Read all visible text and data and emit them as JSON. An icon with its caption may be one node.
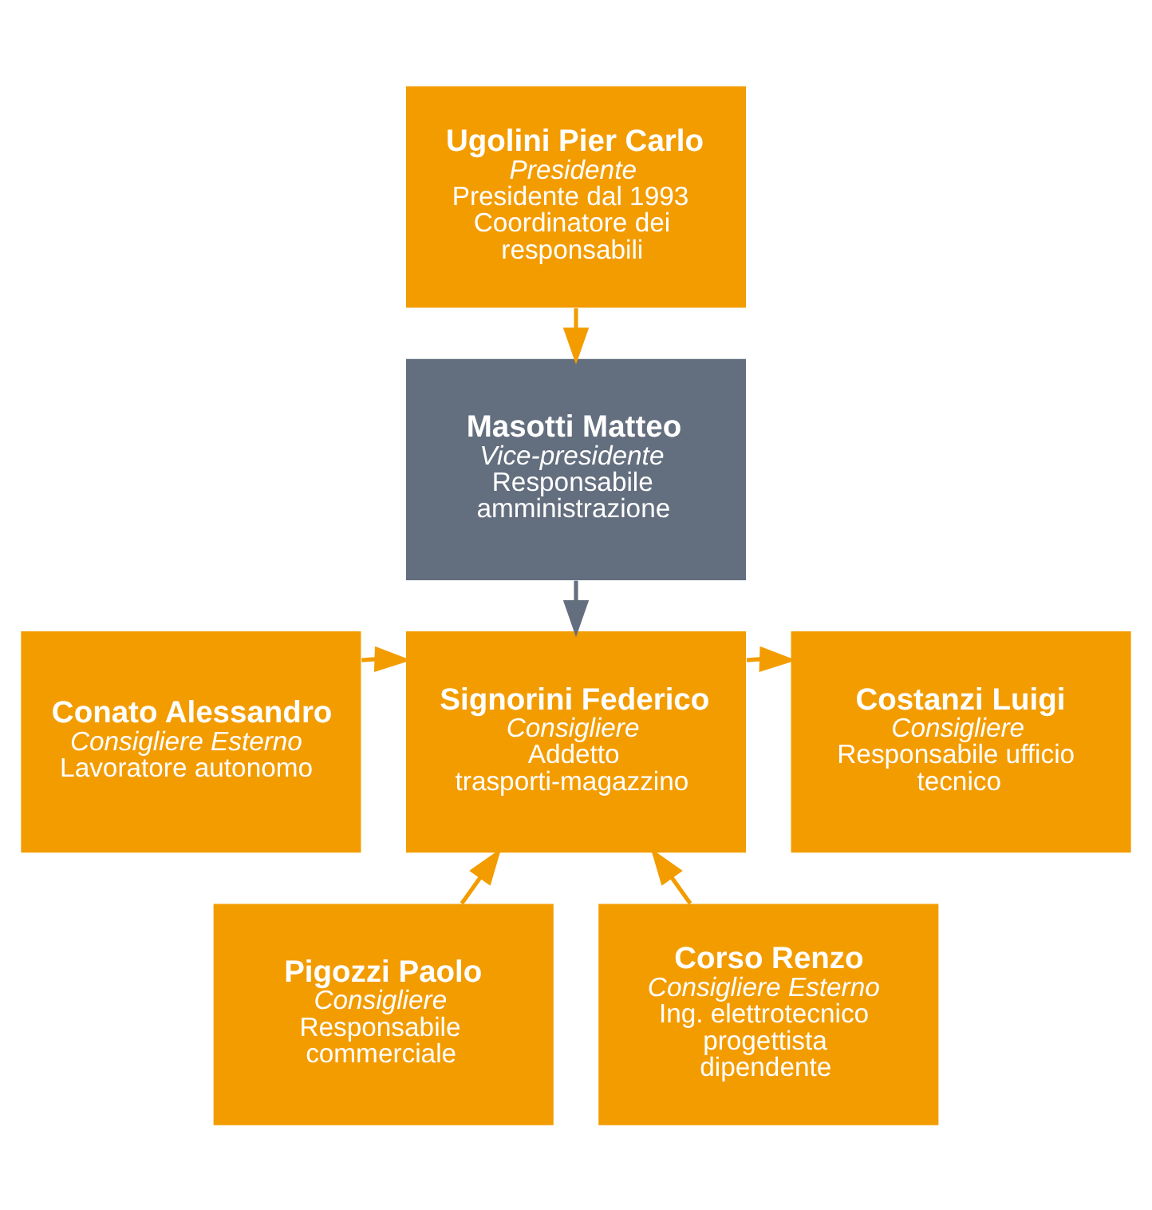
{
  "diagram": {
    "nodes": [
      {
        "text": [
          "Ugolini Pier Carlo",
          "Presidente",
          "Presidente dal 1993 Coordinatore dei responsabili"
        ]
      },
      {
        "text": [
          "Masotti Matteo",
          "Vice-presidente",
          "Responsabile amministrazione"
        ]
      },
      {
        "text": [
          "Conato Alessandro",
          "Consigliere Esterno",
          "Lavoratore autonomo"
        ]
      },
      {
        "text": [
          "Signorini Federico",
          "Consigliere",
          "Addetto trasporti-magazzino"
        ]
      },
      {
        "text": [
          "Costanzi Luigi",
          "Consigliere",
          "Responsabile ufficio tecnico"
        ]
      },
      {
        "text": [
          "Pigozzi Paolo",
          "Consigliere",
          "Responsabile commerciale"
        ]
      },
      {
        "text": [
          "Corso Renzo",
          "Consigliere Esterno",
          "Ing. elettrotecnico progettista dipendente"
        ]
      }
    ],
    "edges": [
      {
        "from": 0,
        "to": 1,
        "arrow": "to"
      },
      {
        "from": 1,
        "to": 3,
        "arrow": "to",
        "color": "#636e7e"
      },
      {
        "from": 2,
        "to": 3,
        "arrow": "to"
      },
      {
        "from": 3,
        "to": 4,
        "arrow": "to"
      },
      {
        "from": 5,
        "to": 3,
        "arrow": "to"
      },
      {
        "from": 6,
        "to": 3,
        "arrow": "to"
      }
    ]
  }
}
